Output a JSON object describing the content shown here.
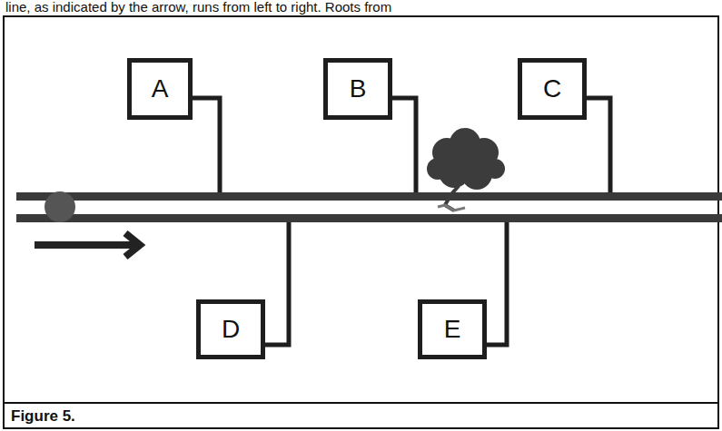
{
  "diagram": {
    "caption": "Figure 5.",
    "nodes": [
      {
        "text": [
          "A"
        ]
      },
      {
        "text": [
          "B"
        ]
      },
      {
        "text": [
          "C"
        ]
      },
      {
        "text": [
          "D"
        ]
      },
      {
        "text": [
          "E"
        ]
      }
    ],
    "labels": [
      "line, as indicated by the arrow, runs from left to right.  Roots from"
    ]
  }
}
